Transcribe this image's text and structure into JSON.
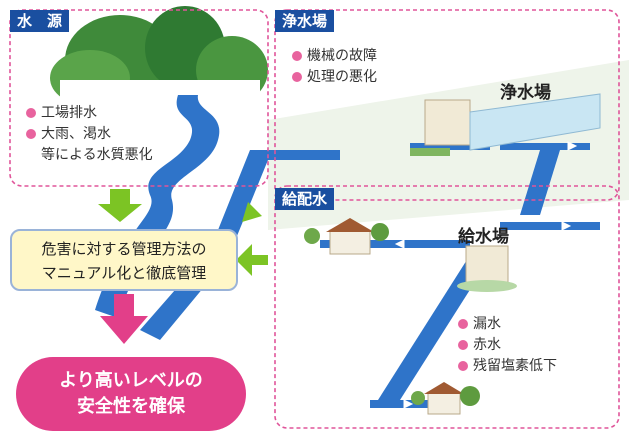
{
  "sections": {
    "source": {
      "tag": "水　源",
      "bullets": [
        "工場排水",
        "大雨、渇水"
      ],
      "continuation": "等による水質悪化"
    },
    "plant": {
      "tag": "浄水場",
      "bullets": [
        "機械の故障",
        "処理の悪化"
      ],
      "place_label": "浄水場"
    },
    "distribution": {
      "tag": "給配水",
      "place_label": "給水場",
      "bullets": [
        "漏水",
        "赤水",
        "残留塩素低下"
      ]
    }
  },
  "policy": {
    "line1": "危害に対する管理方法の",
    "line2": "マニュアル化と徹底管理"
  },
  "goal": {
    "line1": "より高いレベルの",
    "line2": "安全性を確保"
  },
  "colors": {
    "tag_bg": "#1a4fa0",
    "dashed_border": "#e0559a",
    "pipe": "#2f74c9",
    "arrow_green": "#7cc424",
    "arrow_pink": "#e23f89",
    "policy_bg": "#fff7c8",
    "goal_bg": "#e23f89"
  }
}
